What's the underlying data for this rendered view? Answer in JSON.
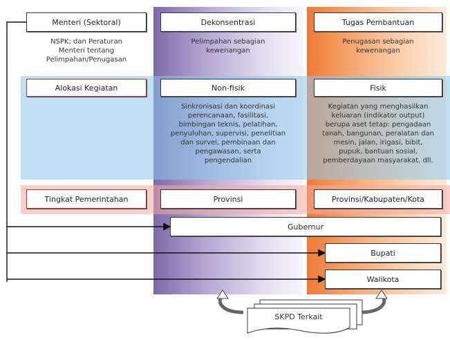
{
  "col1": {
    "header": "Menteri (Sektoral)",
    "desc": "NSPK; dan Peraturan\nMenteri tentang\nPelimpahan/Penugasan",
    "alloc_label": "Alokasi Kegiatan",
    "level_label": "Tingkat Pemerintahan"
  },
  "col2": {
    "header": "Dekonsentrasi",
    "desc": "Pelimpahan sebagian\nkewenangan",
    "type": "Non-fisik",
    "activities": "Sinkronisasi dan koordinasi\nperencanaan, fasilitasi,\nbimbingan teknis, pelatihan,\npenyuluhan, supervisi, penelitian\ndan survei, pembinaan dan\npengawasan, serta\npengendalian",
    "level": "Provinsi"
  },
  "col3": {
    "header": "Tugas Pembantuan",
    "desc": "Penugasan sebagian\nkewenangan",
    "type": "Fisik",
    "activities": "Kegiatan yang menghasilkan\nkeluaran (indikator output)\nberupa aset tetap: pengadaan\ntanah, bangunan, peralatan dan\nmesin, jalan, irigasi, bibit,\npupuk, bantuan sosial,\npemberdayaan masyarakat, dll.",
    "level": "Provinsi/Kabupaten/Kota"
  },
  "recipients": {
    "gubernur": "Gubernur",
    "bupati": "Bupati",
    "walikota": "Walikota"
  },
  "skpd": "SKPD Terkait",
  "colors": {
    "dekonsentrasi": "#7e6aa9",
    "tugas_pembantuan": "#ee7a35",
    "alokasi_band": "#8cc8eb",
    "tingkat_band": "#f5aaa0",
    "border_red": "#c62828"
  }
}
